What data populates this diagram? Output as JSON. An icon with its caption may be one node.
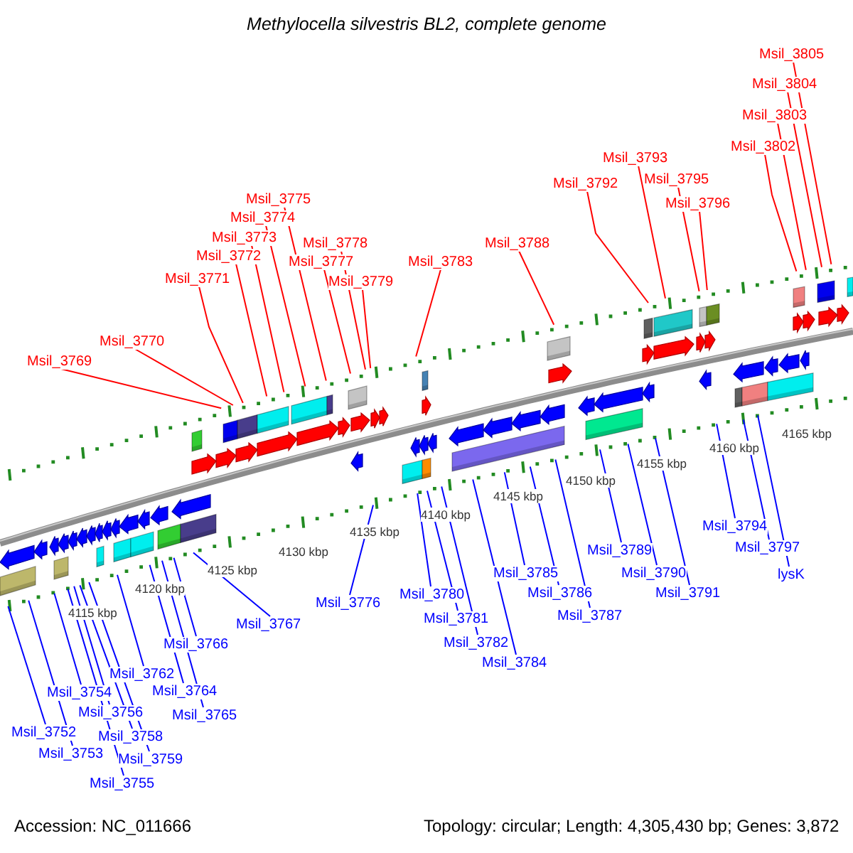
{
  "diagram": {
    "title": "Methylocella silvestris BL2, complete genome",
    "nodes": [
      {
        "text": [
          "Msil_3769"
        ]
      },
      {
        "text": [
          "Msil_3770"
        ]
      },
      {
        "text": [
          "Msil_3771"
        ]
      },
      {
        "text": [
          "Msil_3772"
        ]
      },
      {
        "text": [
          "Msil_3773"
        ]
      },
      {
        "text": [
          "Msil_3774"
        ]
      },
      {
        "text": [
          "Msil_3775"
        ]
      },
      {
        "text": [
          "Msil_3777"
        ]
      },
      {
        "text": [
          "Msil_3778"
        ]
      },
      {
        "text": [
          "Msil_3779"
        ]
      },
      {
        "text": [
          "Msil_3783"
        ]
      },
      {
        "text": [
          "Msil_3788"
        ]
      },
      {
        "text": [
          "Msil_3792"
        ]
      },
      {
        "text": [
          "Msil_3793"
        ]
      },
      {
        "text": [
          "Msil_3795"
        ]
      },
      {
        "text": [
          "Msil_3796"
        ]
      },
      {
        "text": [
          "Msil_3802"
        ]
      },
      {
        "text": [
          "Msil_3803"
        ]
      },
      {
        "text": [
          "Msil_3804"
        ]
      },
      {
        "text": [
          "Msil_3805"
        ]
      },
      {
        "text": [
          "Msil_3752"
        ]
      },
      {
        "text": [
          "Msil_3753"
        ]
      },
      {
        "text": [
          "Msil_3754"
        ]
      },
      {
        "text": [
          "Msil_3755"
        ]
      },
      {
        "text": [
          "Msil_3756"
        ]
      },
      {
        "text": [
          "Msil_3758"
        ]
      },
      {
        "text": [
          "Msil_3759"
        ]
      },
      {
        "text": [
          "Msil_3762"
        ]
      },
      {
        "text": [
          "Msil_3764"
        ]
      },
      {
        "text": [
          "Msil_3765"
        ]
      },
      {
        "text": [
          "Msil_3766"
        ]
      },
      {
        "text": [
          "Msil_3767"
        ]
      },
      {
        "text": [
          "Msil_3776"
        ]
      },
      {
        "text": [
          "Msil_3780"
        ]
      },
      {
        "text": [
          "Msil_3781"
        ]
      },
      {
        "text": [
          "Msil_3782"
        ]
      },
      {
        "text": [
          "Msil_3784"
        ]
      },
      {
        "text": [
          "Msil_3785"
        ]
      },
      {
        "text": [
          "Msil_3786"
        ]
      },
      {
        "text": [
          "Msil_3787"
        ]
      },
      {
        "text": [
          "Msil_3789"
        ]
      },
      {
        "text": [
          "Msil_3790"
        ]
      },
      {
        "text": [
          "Msil_3791"
        ]
      },
      {
        "text": [
          "Msil_3794"
        ]
      },
      {
        "text": [
          "Msil_3797"
        ]
      },
      {
        "text": [
          "lysK"
        ]
      }
    ],
    "edges": [
      {
        "from": 0,
        "to": null,
        "arrow": "none",
        "color": "#ff0000"
      },
      {
        "from": 1,
        "to": null,
        "arrow": "none",
        "color": "#ff0000"
      },
      {
        "from": 2,
        "to": null,
        "arrow": "none",
        "color": "#ff0000"
      },
      {
        "from": 3,
        "to": null,
        "arrow": "none",
        "color": "#ff0000"
      },
      {
        "from": 4,
        "to": null,
        "arrow": "none",
        "color": "#ff0000"
      },
      {
        "from": 5,
        "to": null,
        "arrow": "none",
        "color": "#ff0000"
      },
      {
        "from": 6,
        "to": null,
        "arrow": "none",
        "color": "#ff0000"
      },
      {
        "from": 7,
        "to": null,
        "arrow": "none",
        "color": "#ff0000"
      },
      {
        "from": 8,
        "to": null,
        "arrow": "none",
        "color": "#ff0000"
      },
      {
        "from": 9,
        "to": null,
        "arrow": "none",
        "color": "#ff0000"
      },
      {
        "from": 10,
        "to": null,
        "arrow": "none",
        "color": "#ff0000"
      },
      {
        "from": 11,
        "to": null,
        "arrow": "none",
        "color": "#ff0000"
      },
      {
        "from": 12,
        "to": null,
        "arrow": "none",
        "color": "#ff0000"
      },
      {
        "from": 13,
        "to": null,
        "arrow": "none",
        "color": "#ff0000"
      },
      {
        "from": 14,
        "to": null,
        "arrow": "none",
        "color": "#ff0000"
      },
      {
        "from": 15,
        "to": null,
        "arrow": "none",
        "color": "#ff0000"
      },
      {
        "from": 16,
        "to": null,
        "arrow": "none",
        "color": "#ff0000"
      },
      {
        "from": 17,
        "to": null,
        "arrow": "none",
        "color": "#ff0000"
      },
      {
        "from": 18,
        "to": null,
        "arrow": "none",
        "color": "#ff0000"
      },
      {
        "from": 19,
        "to": null,
        "arrow": "none",
        "color": "#ff0000"
      },
      {
        "from": 20,
        "to": null,
        "arrow": "none"
      },
      {
        "from": 21,
        "to": null,
        "arrow": "none"
      },
      {
        "from": 22,
        "to": null,
        "arrow": "none"
      },
      {
        "from": 23,
        "to": null,
        "arrow": "none"
      },
      {
        "from": 24,
        "to": null,
        "arrow": "none"
      },
      {
        "from": 25,
        "to": null,
        "arrow": "none"
      },
      {
        "from": 26,
        "to": null,
        "arrow": "none"
      },
      {
        "from": 27,
        "to": null,
        "arrow": "none"
      },
      {
        "from": 28,
        "to": null,
        "arrow": "none"
      },
      {
        "from": 29,
        "to": null,
        "arrow": "none"
      },
      {
        "from": 30,
        "to": null,
        "arrow": "none"
      },
      {
        "from": 31,
        "to": null,
        "arrow": "none"
      },
      {
        "from": 32,
        "to": null,
        "arrow": "none"
      },
      {
        "from": 33,
        "to": null,
        "arrow": "none"
      },
      {
        "from": 34,
        "to": null,
        "arrow": "none"
      },
      {
        "from": 35,
        "to": null,
        "arrow": "none"
      },
      {
        "from": 36,
        "to": null,
        "arrow": "none"
      },
      {
        "from": 37,
        "to": null,
        "arrow": "none"
      },
      {
        "from": 38,
        "to": null,
        "arrow": "none"
      },
      {
        "from": 39,
        "to": null,
        "arrow": "none"
      },
      {
        "from": 40,
        "to": null,
        "arrow": "none"
      },
      {
        "from": 41,
        "to": null,
        "arrow": "none"
      },
      {
        "from": 42,
        "to": null,
        "arrow": "none"
      },
      {
        "from": 43,
        "to": null,
        "arrow": "none"
      },
      {
        "from": 44,
        "to": null,
        "arrow": "none"
      },
      {
        "from": 45,
        "to": null,
        "arrow": "none"
      }
    ],
    "labels": [
      "4115 kbp",
      "4120 kbp",
      "4125 kbp",
      "4130 kbp",
      "4135 kbp",
      "4140 kbp",
      "4145 kbp",
      "4150 kbp",
      "4155 kbp",
      "4160 kbp",
      "4165 kbp",
      "Accession: NC_011666",
      "Topology: circular; Length: 4,305,430 bp; Genes: 3,872"
    ]
  }
}
